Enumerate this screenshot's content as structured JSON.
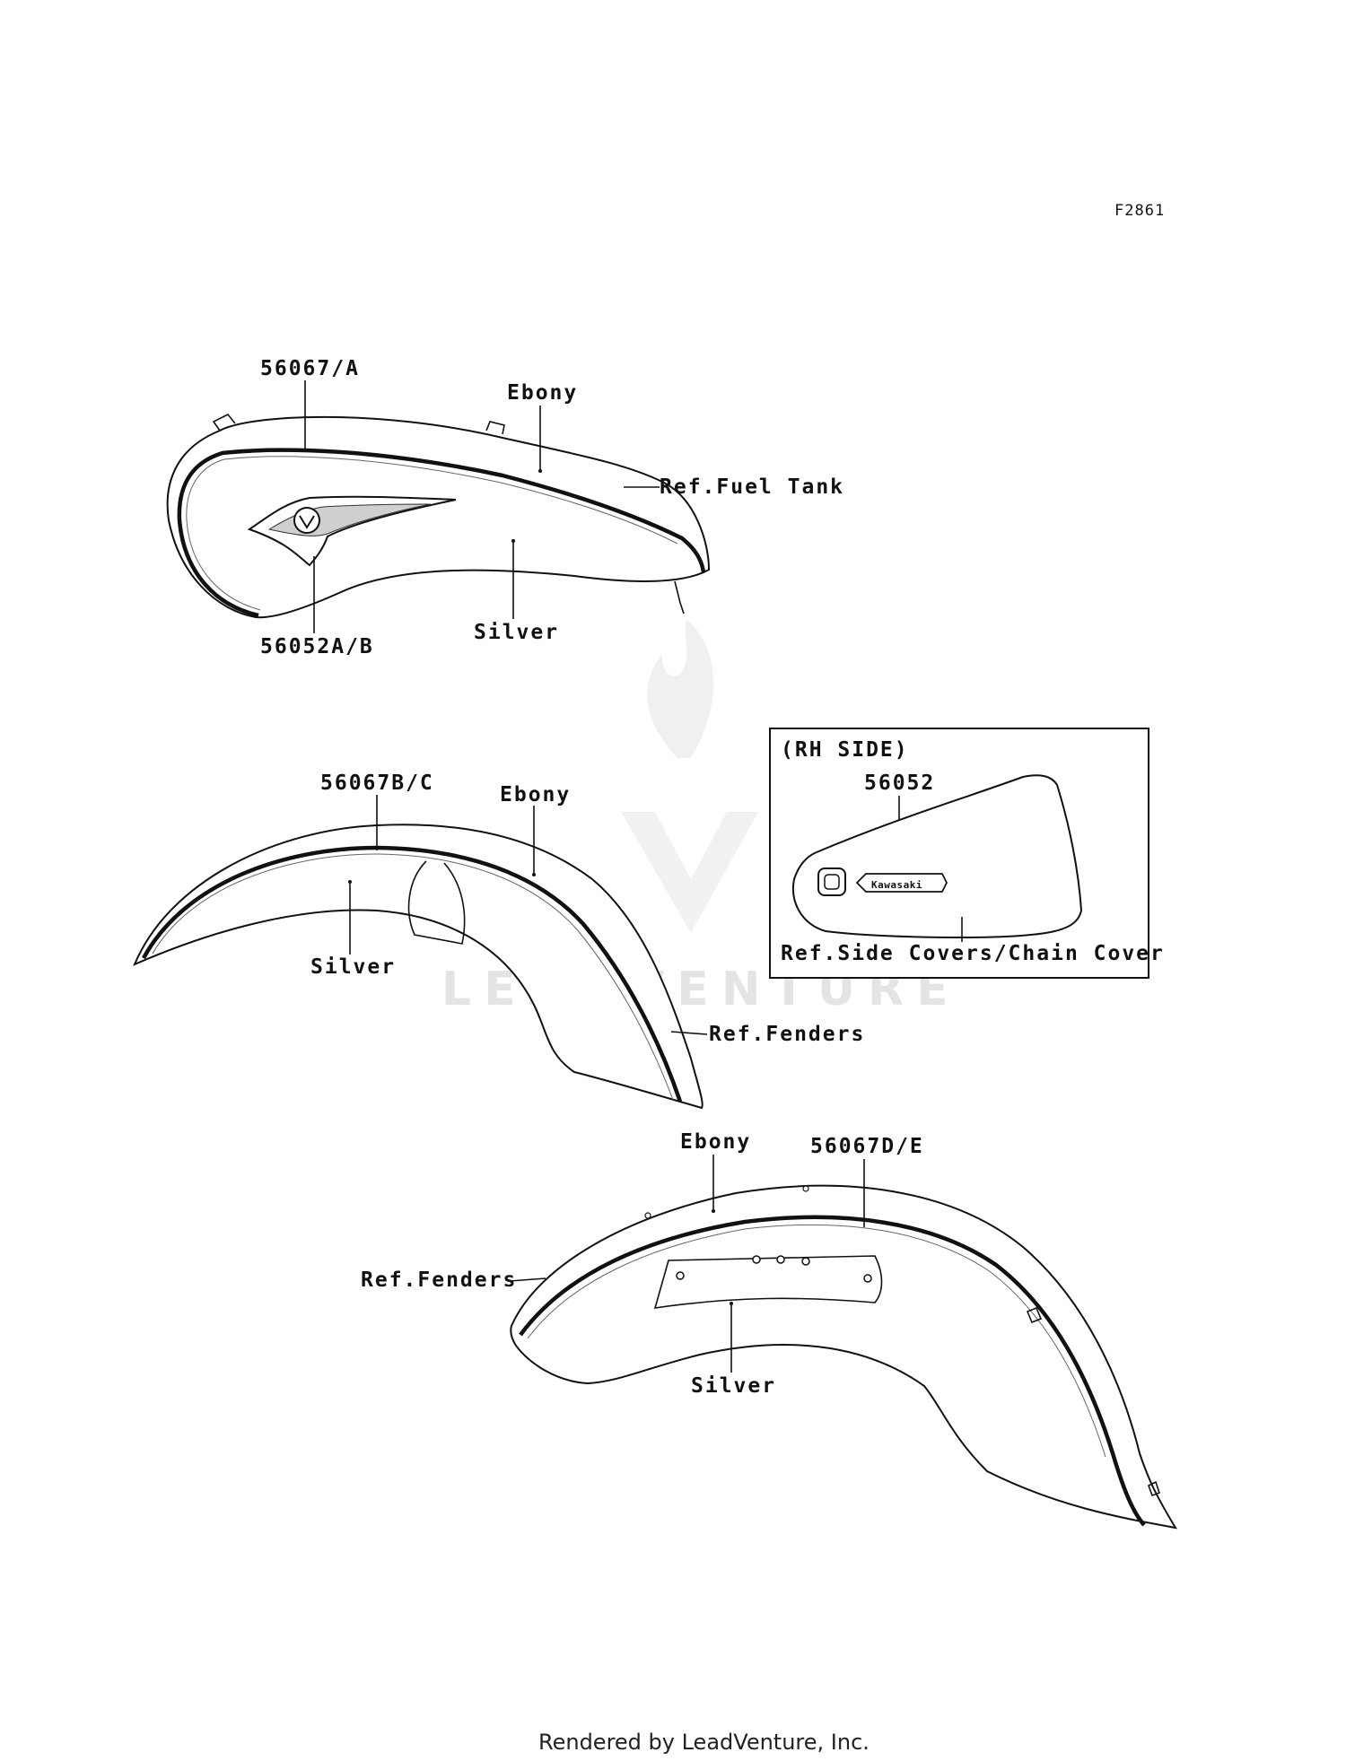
{
  "diagram": {
    "figure_id": "F2861",
    "watermark": "LEADVENTURE",
    "footer": "Rendered by LeadVenture, Inc.",
    "fuel_tank": {
      "part_stripe": "56067/A",
      "color_top": "Ebony",
      "ref": "Ref.Fuel Tank",
      "part_emblem": "56052A/B",
      "color_body": "Silver"
    },
    "front_fender": {
      "part_stripe": "56067B/C",
      "color_top": "Ebony",
      "color_body": "Silver",
      "ref": "Ref.Fenders"
    },
    "side_cover": {
      "title": "(RH SIDE)",
      "part": "56052",
      "emblem_text": "Kawasaki",
      "ref": "Ref.Side Covers/Chain Cover"
    },
    "rear_fender": {
      "color_top": "Ebony",
      "part_stripe": "56067D/E",
      "ref": "Ref.Fenders",
      "color_body": "Silver"
    }
  }
}
